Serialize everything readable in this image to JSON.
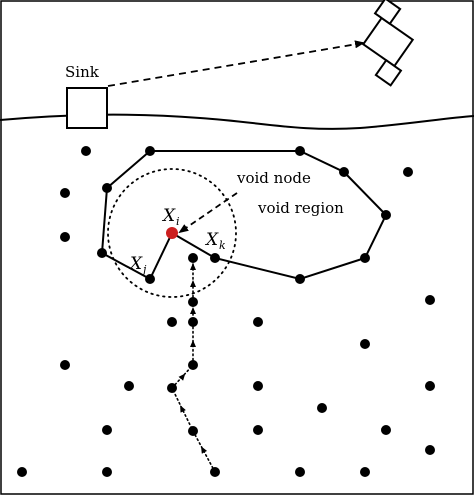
{
  "labels": {
    "sink": "Sink",
    "void_node": "void node",
    "void_region": "void region",
    "xi_base": "X",
    "xi_sub": "i",
    "xj_base": "X",
    "xj_sub": "j",
    "xk_base": "X",
    "xk_sub": "k"
  },
  "colors": {
    "ink": "#000000",
    "void_node": "#cc1f1f",
    "background": "#ffffff"
  },
  "icons": {
    "satellite": "satellite-icon",
    "sink": "sink-box-icon"
  }
}
